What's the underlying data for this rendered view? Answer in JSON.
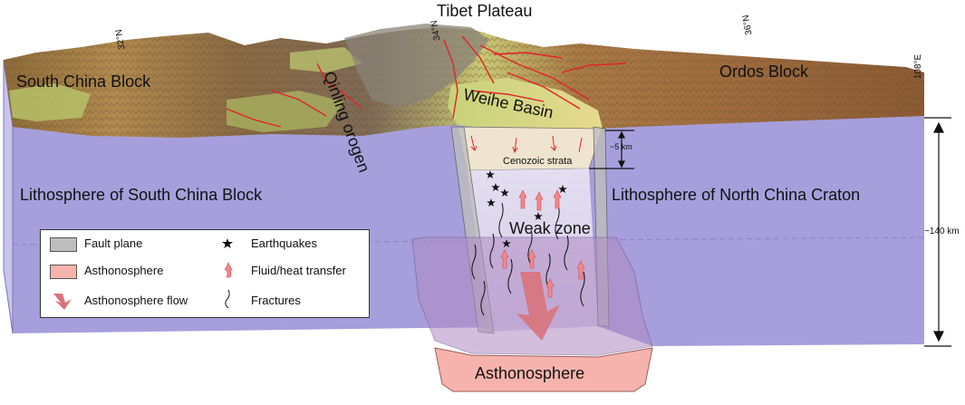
{
  "title": "Tibet Plateau",
  "regions": {
    "south_china_block": "South China Block",
    "qinling_orogen": "Qinling orogen",
    "weihe_basin": "Weihe Basin",
    "ordos_block": "Ordos Block"
  },
  "coordinates": {
    "lat_32": "32°N",
    "lat_34": "34°N",
    "lat_36": "36°N",
    "lon_108": "108°E"
  },
  "lithosphere": {
    "south": "Lithosphere of South China Block",
    "north": "Lithosphere of North China Craton"
  },
  "layers": {
    "cenozoic": "Cenozoic strata",
    "weak_zone": "Weak zone",
    "asthenosphere": "Asthonosphere"
  },
  "scale": {
    "depth_5": "~5 km",
    "depth_140": "~140 km"
  },
  "legend": {
    "fault_plane": "Fault plane",
    "asthenosphere": "Asthonosphere",
    "asthenosphere_flow": "Asthonosphere flow",
    "earthquakes": "Earthquakes",
    "fluid_heat": "Fluid/heat transfer",
    "fractures": "Fractures"
  },
  "colors": {
    "lithosphere": "#a89ed8",
    "lithosphere_side": "#c3bdea",
    "terrain_brown": "#9a6a3a",
    "terrain_green": "#b5c46a",
    "sediment": "#efe4cf",
    "asthenosphere": "#f6b3ad",
    "fault_plane": "#bdbdbd",
    "flow_arrow": "#d9727c",
    "fault_line": "#e0232b"
  }
}
